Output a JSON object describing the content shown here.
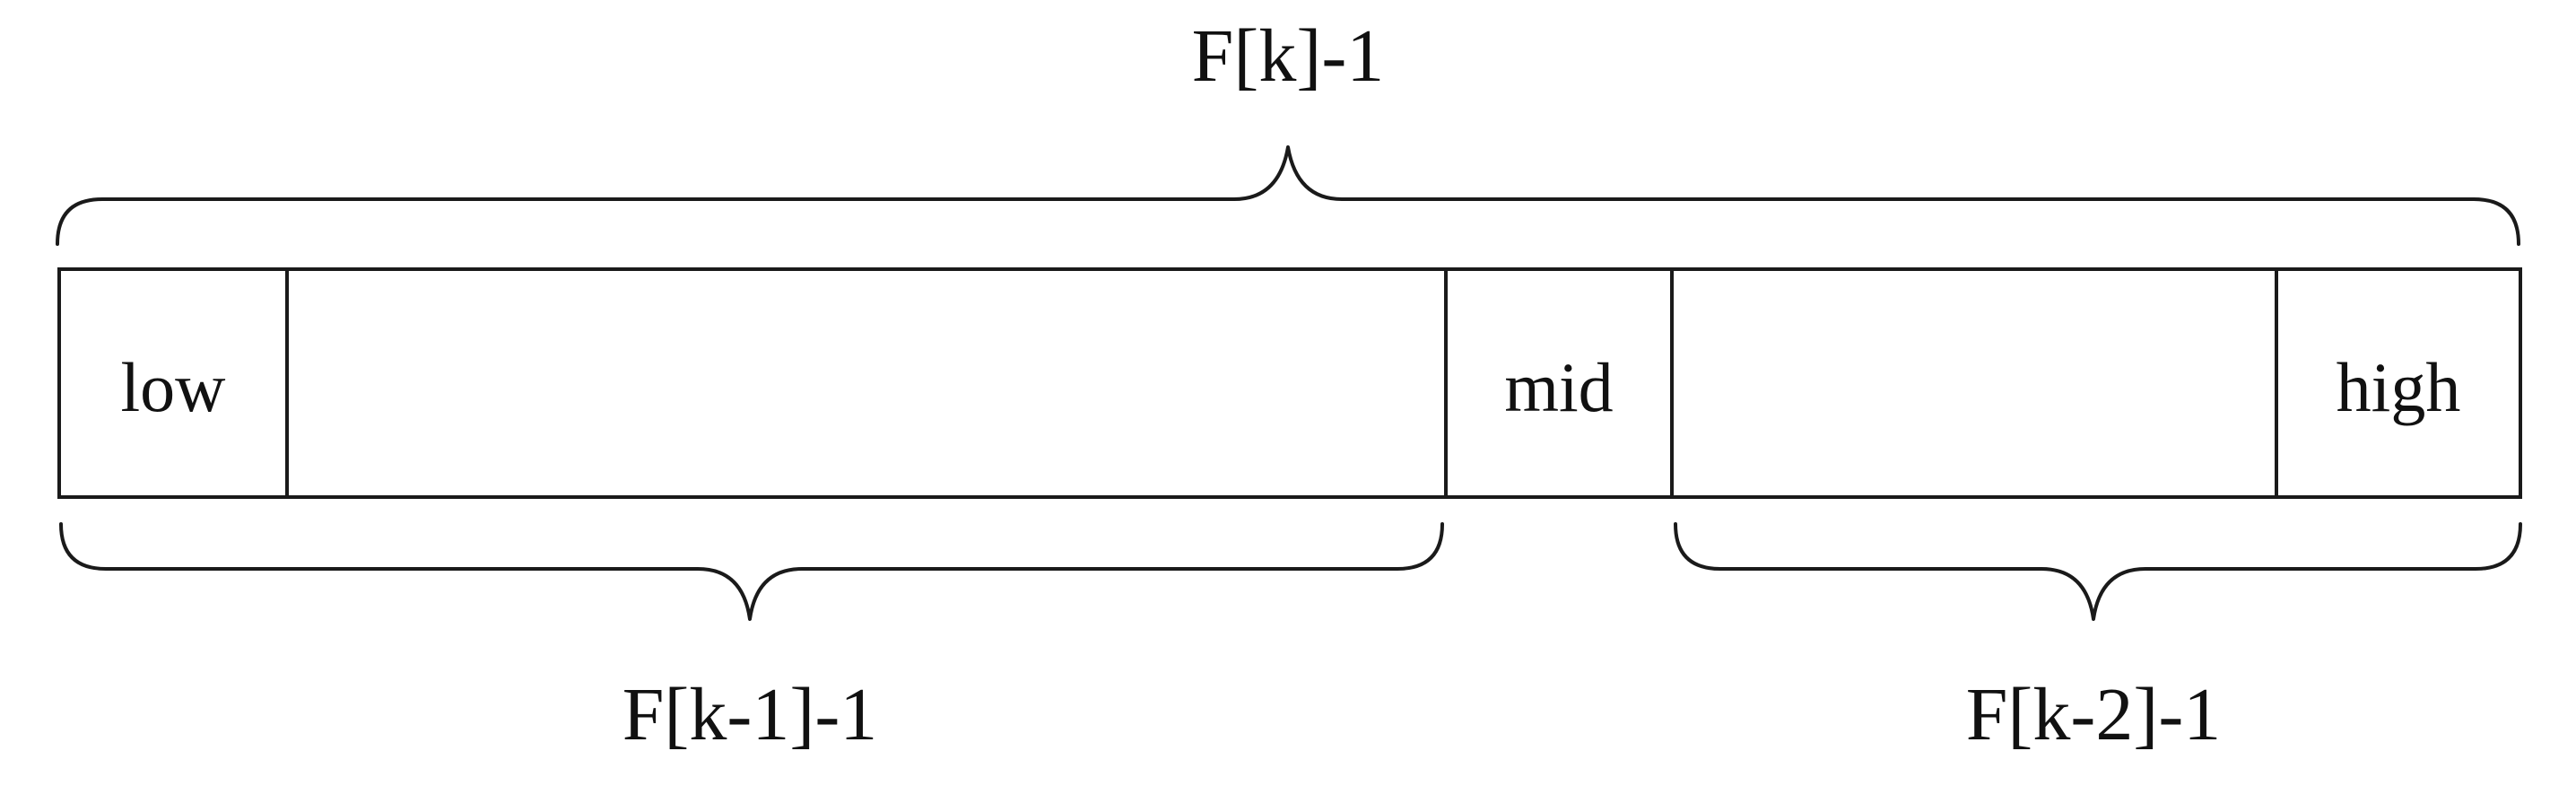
{
  "diagram": {
    "array": {
      "cells": [
        {
          "label": "low"
        },
        {
          "label": ""
        },
        {
          "label": "mid"
        },
        {
          "label": ""
        },
        {
          "label": "high"
        }
      ]
    },
    "braces": {
      "top": {
        "label": "F[k]-1"
      },
      "bottom_left": {
        "label": "F[k-1]-1"
      },
      "bottom_right": {
        "label": "F[k-2]-1"
      }
    },
    "colors": {
      "stroke": "#1a1a1a",
      "text": "#111111",
      "background": "#ffffff"
    }
  }
}
